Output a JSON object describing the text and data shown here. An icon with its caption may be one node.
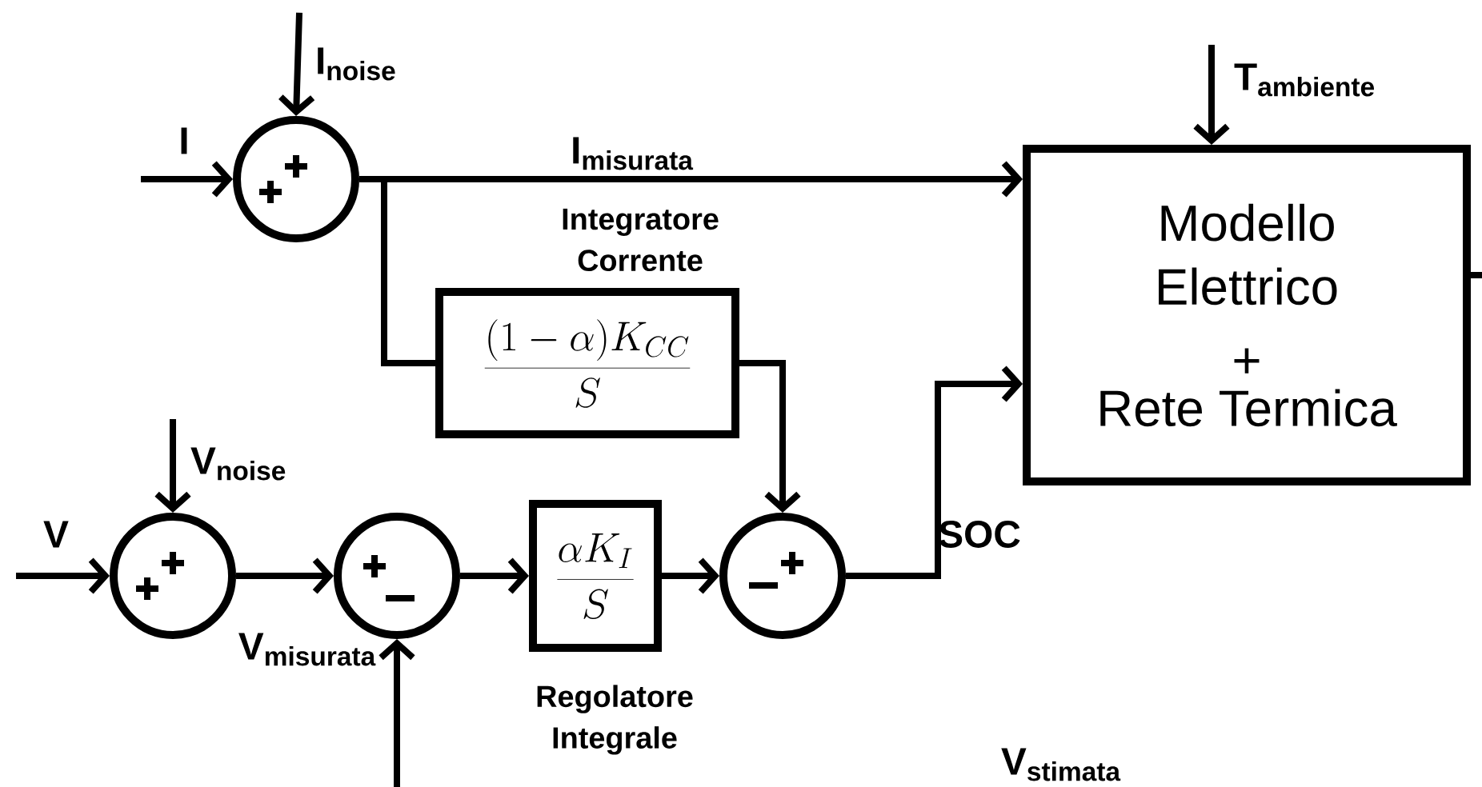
{
  "diagram": {
    "nodes": [
      {
        "text": [],
        "shape": "circle"
      },
      {
        "text": [
          "\\frac{(1-\\alpha)K_{CC}}{S}"
        ],
        "beside": [
          "Integratore Corrente"
        ]
      },
      {
        "text": [
          "Modello Elettrico",
          "+",
          "Rete Termica"
        ]
      },
      {
        "text": [],
        "shape": "circle"
      },
      {
        "text": [],
        "shape": "circle"
      },
      {
        "text": [
          "\\frac{\\alpha K_I}{S}"
        ],
        "beside": [
          "Regolatore Integrale"
        ]
      },
      {
        "text": [],
        "shape": "circle"
      }
    ],
    "edges": [
      {
        "from": null,
        "to": 0,
        "arrow": "to",
        "label": "I"
      },
      {
        "from": null,
        "to": 0,
        "arrow": "to",
        "label": "I$_{noise}$"
      },
      {
        "from": 0,
        "to": 2,
        "arrow": "to",
        "label": "I$_{misurata}$"
      },
      {
        "from": 0,
        "to": 1,
        "arrow": "none"
      },
      {
        "from": 1,
        "to": 6,
        "arrow": "to"
      },
      {
        "from": null,
        "to": 2,
        "arrow": "to",
        "label": "T$_{ambiente}$"
      },
      {
        "from": 2,
        "to": null,
        "arrow": "none"
      },
      {
        "from": null,
        "to": 3,
        "arrow": "to",
        "label": "V"
      },
      {
        "from": null,
        "to": 3,
        "arrow": "to",
        "label": "V$_{noise}$"
      },
      {
        "from": 3,
        "to": 4,
        "arrow": "to",
        "label": "V$_{misurata}$"
      },
      {
        "from": 4,
        "to": 5,
        "arrow": "to"
      },
      {
        "from": 5,
        "to": 6,
        "arrow": "to"
      },
      {
        "from": 6,
        "to": 2,
        "arrow": "to",
        "label": "SOC"
      },
      {
        "from": null,
        "to": 4,
        "arrow": "to"
      }
    ],
    "labels": [
      "V$_{stimata}$"
    ]
  }
}
